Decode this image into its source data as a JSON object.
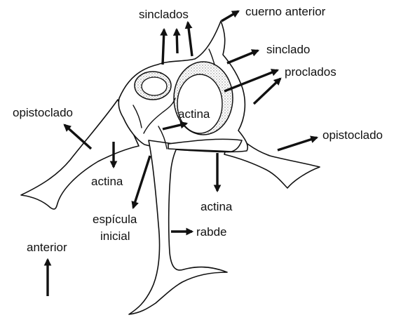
{
  "labels": {
    "sinclados": "sinclados",
    "cuerno_anterior": "cuerno anterior",
    "sinclado": "sinclado",
    "proclados": "proclados",
    "opistoclado_left": "opistoclado",
    "opistoclado_right": "opistoclado",
    "actina_center": "actina",
    "actina_left": "actina",
    "actina_right": "actina",
    "espicula_line1": "espícula",
    "espicula_line2": "inicial",
    "rabde": "rabde",
    "anterior": "anterior"
  },
  "colors": {
    "ink": "#111111",
    "paper": "#ffffff",
    "stipple": "#8a8a8a"
  }
}
